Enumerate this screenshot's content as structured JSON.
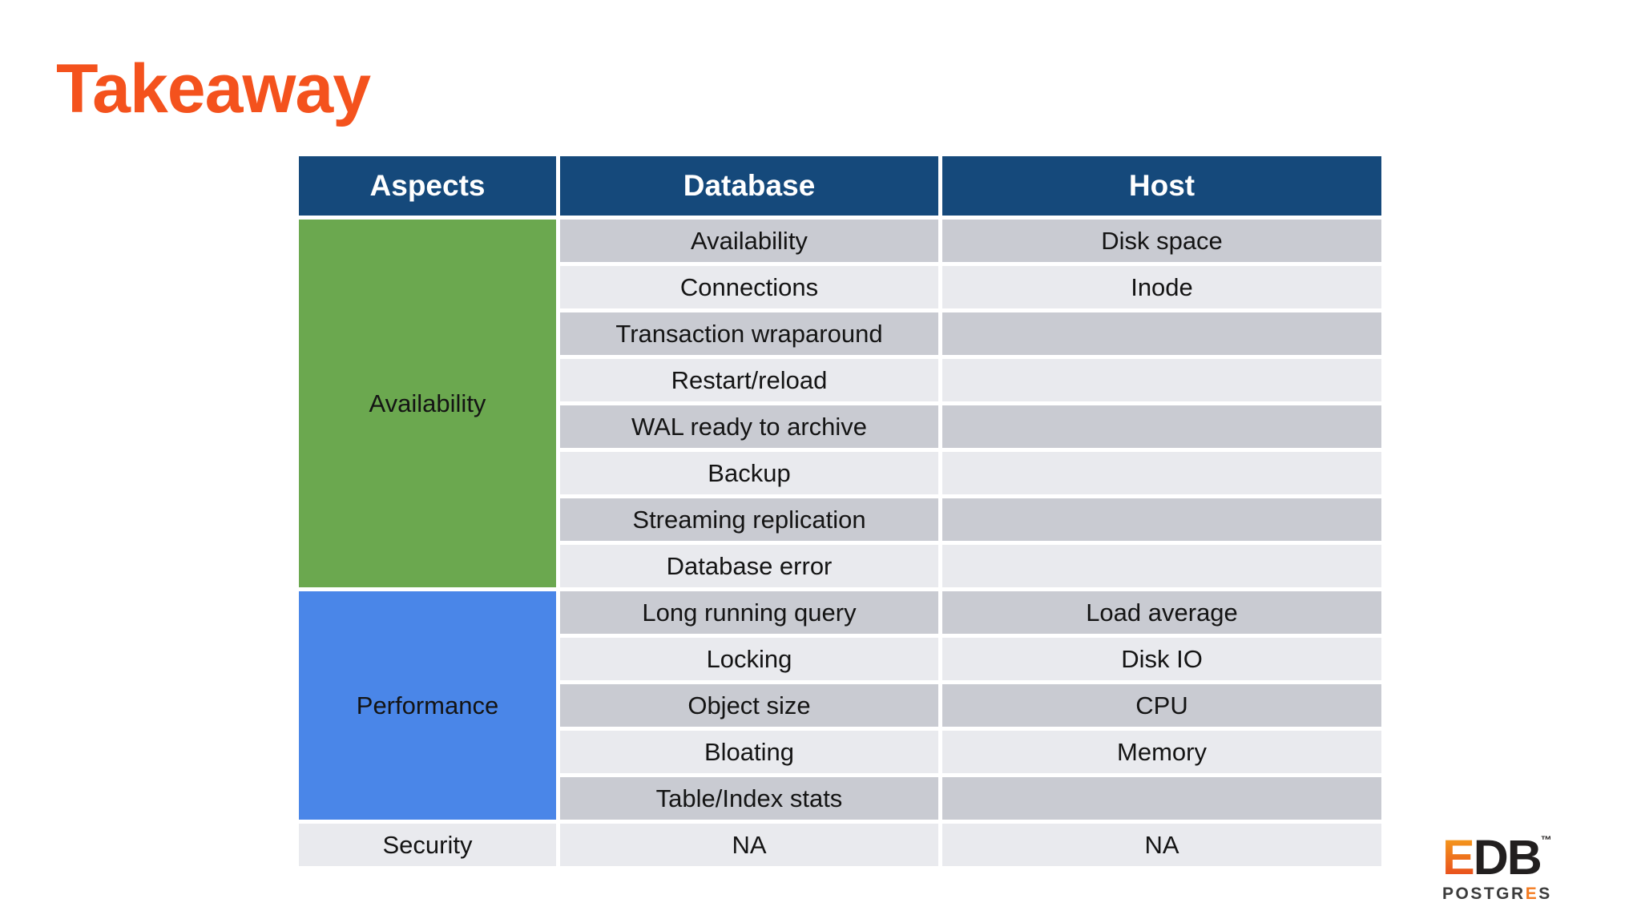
{
  "slide": {
    "title": "Takeaway"
  },
  "table": {
    "columns": [
      "Aspects",
      "Database",
      "Host"
    ],
    "aspects": {
      "availability": {
        "label": "Availability",
        "bg": "#6ba84f",
        "rowspan": 8
      },
      "performance": {
        "label": "Performance",
        "bg": "#4a86e8",
        "rowspan": 5
      },
      "security": {
        "label": "Security",
        "bg": "#e9eaee",
        "rowspan": 1
      }
    },
    "rows": [
      {
        "db": "Availability",
        "host": "Disk space"
      },
      {
        "db": "Connections",
        "host": "Inode"
      },
      {
        "db": "Transaction wraparound",
        "host": ""
      },
      {
        "db": "Restart/reload",
        "host": ""
      },
      {
        "db": "WAL ready to archive",
        "host": ""
      },
      {
        "db": "Backup",
        "host": ""
      },
      {
        "db": "Streaming replication",
        "host": ""
      },
      {
        "db": "Database error",
        "host": ""
      },
      {
        "db": "Long running query",
        "host": "Load average"
      },
      {
        "db": "Locking",
        "host": "Disk IO"
      },
      {
        "db": "Object size",
        "host": "CPU"
      },
      {
        "db": "Bloating",
        "host": "Memory"
      },
      {
        "db": "Table/Index stats",
        "host": ""
      },
      {
        "db": "NA",
        "host": "NA"
      }
    ]
  },
  "logo": {
    "letter_e": "E",
    "letters_db": "DB",
    "trademark": "™",
    "postgres_prefix": "POSTGR",
    "postgres_e": "E",
    "postgres_suffix": "S"
  },
  "colors": {
    "title": "#f4521d",
    "header_bg": "#15497b",
    "header_text": "#ffffff",
    "row_dark": "#c9cbd2",
    "row_light": "#e9eaee",
    "availability_bg": "#6ba84f",
    "performance_bg": "#4a86e8",
    "security_bg": "#e9eaee",
    "logo_orange": "#f47b20"
  }
}
